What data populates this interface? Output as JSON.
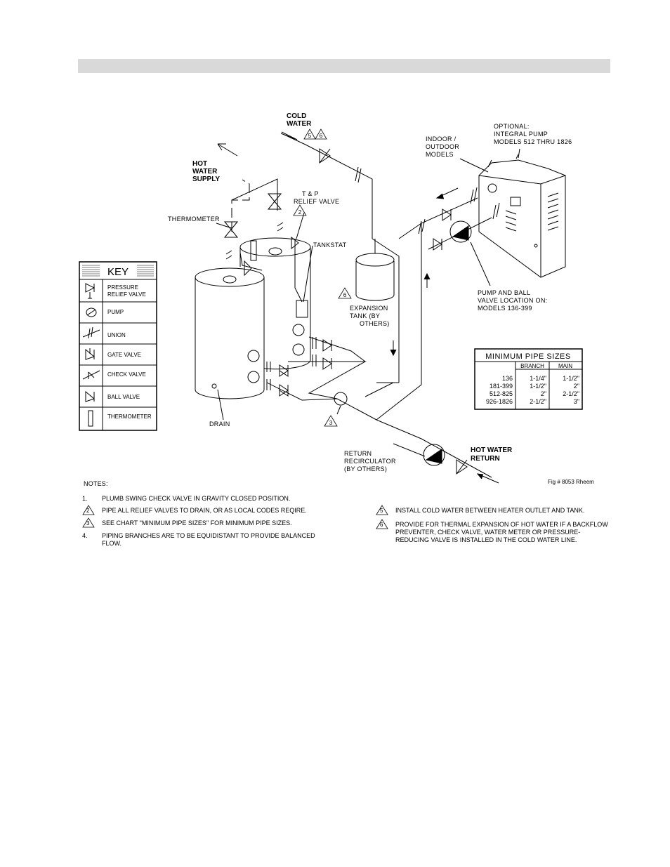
{
  "labels": {
    "cold_water_1": "COLD",
    "cold_water_2": "WATER",
    "hot_supply_1": "HOT",
    "hot_supply_2": "WATER",
    "hot_supply_3": "SUPPLY",
    "thermometer": "THERMOMETER",
    "tp_1": "T & P",
    "tp_2": "RELIEF VALVE",
    "tankstat": "TANKSTAT",
    "drain": "DRAIN",
    "expansion_1": "EXPANSION",
    "expansion_2": "TANK (BY",
    "expansion_3": "OTHERS)",
    "indoor_1": "INDOOR /",
    "indoor_2": "OUTDOOR",
    "indoor_3": "MODELS",
    "optional_1": "OPTIONAL:",
    "optional_2": "INTEGRAL PUMP",
    "optional_3": "MODELS 512 THRU 1826",
    "pump_loc_1": "PUMP AND BALL",
    "pump_loc_2": "VALVE LOCATION ON:",
    "pump_loc_3": "MODELS 136-399",
    "return_recirc_1": "RETURN",
    "return_recirc_2": "RECIRCULATOR",
    "return_recirc_3": "(BY OTHERS)",
    "hot_return_1": "HOT WATER",
    "hot_return_2": "RETURN",
    "fig_ref": "Fig # 8053 Rheem"
  },
  "callouts": {
    "c2": "2",
    "c3": "3",
    "c5": "5",
    "c6": "6",
    "c6b": "6"
  },
  "key": {
    "title": "KEY",
    "items": [
      {
        "label": "PRESSURE",
        "label2": "RELIEF VALVE",
        "icon": "pressure-relief-valve-icon"
      },
      {
        "label": "PUMP",
        "label2": "",
        "icon": "pump-icon"
      },
      {
        "label": "UNION",
        "label2": "",
        "icon": "union-icon"
      },
      {
        "label": "GATE VALVE",
        "label2": "",
        "icon": "gate-valve-icon"
      },
      {
        "label": "CHECK VALVE",
        "label2": "",
        "icon": "check-valve-icon"
      },
      {
        "label": "BALL VALVE",
        "label2": "",
        "icon": "ball-valve-icon"
      },
      {
        "label": "THERMOMETER",
        "label2": "",
        "icon": "thermometer-icon"
      }
    ]
  },
  "pipe_sizes": {
    "title": "MINIMUM PIPE SIZES",
    "col_branch": "BRANCH",
    "col_main": "MAIN",
    "rows": [
      {
        "model": "136",
        "branch": "1-1/4\"",
        "main": "1-1/2\""
      },
      {
        "model": "181-399",
        "branch": "1-1/2\"",
        "main": "2\""
      },
      {
        "model": "512-825",
        "branch": "2\"",
        "main": "2-1/2\""
      },
      {
        "model": "926-1826",
        "branch": "2-1/2\"",
        "main": "3\""
      }
    ]
  },
  "notes": {
    "title": "NOTES:",
    "left": [
      {
        "num": "1.",
        "text": "PLUMB SWING CHECK VALVE IN GRAVITY CLOSED POSITION."
      },
      {
        "num": "2",
        "text": "PIPE ALL RELIEF VALVES TO DRAIN, OR AS LOCAL CODES REQIRE.",
        "tri": true
      },
      {
        "num": "3",
        "text": "SEE CHART \"MINIMUM PIPE SIZES\" FOR MINIMUM PIPE SIZES.",
        "tri": true
      },
      {
        "num": "4.",
        "text": "PIPING BRANCHES ARE TO BE EQUIDISTANT TO PROVIDE BALANCED FLOW."
      }
    ],
    "right": [
      {
        "num": "5",
        "text": "INSTALL COLD WATER BETWEEN HEATER OUTLET AND TANK.",
        "tri": true
      },
      {
        "num": "6",
        "text": "PROVIDE FOR THERMAL EXPANSION OF HOT WATER IF A BACKFLOW PREVENTER, CHECK VALVE, WATER METER OR PRESSURE-REDUCING VALVE IS INSTALLED IN THE COLD WATER LINE.",
        "tri": true
      }
    ]
  }
}
